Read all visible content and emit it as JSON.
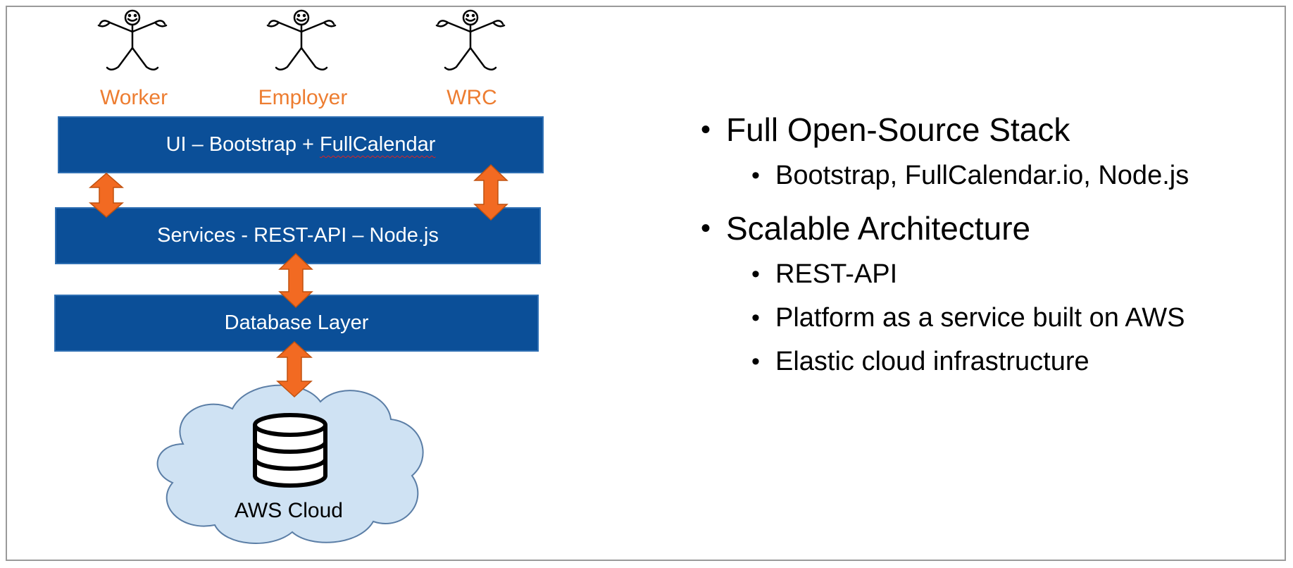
{
  "actors": [
    {
      "label": "Worker",
      "icon": "stick-figure-icon"
    },
    {
      "label": "Employer",
      "icon": "stick-figure-icon"
    },
    {
      "label": "WRC",
      "icon": "stick-figure-icon"
    }
  ],
  "layers": {
    "ui_prefix": "UI – Bootstrap + ",
    "ui_suffix": "FullCalendar",
    "services": "Services - REST-API – Node.js",
    "database": "Database Layer"
  },
  "cloud": {
    "label": "AWS Cloud",
    "icon": "database-icon"
  },
  "bullets": [
    {
      "text": "Full Open-Source Stack",
      "sub": [
        "Bootstrap, FullCalendar.io, Node.js"
      ]
    },
    {
      "text": "Scalable Architecture",
      "sub": [
        "REST-API",
        "Platform as a service built on AWS",
        "Elastic cloud infrastructure"
      ]
    }
  ],
  "colors": {
    "layer_fill": "#0b4f98",
    "arrow_fill": "#f26a22",
    "actor_label": "#ed7d31",
    "cloud_fill": "#cfe2f3"
  }
}
